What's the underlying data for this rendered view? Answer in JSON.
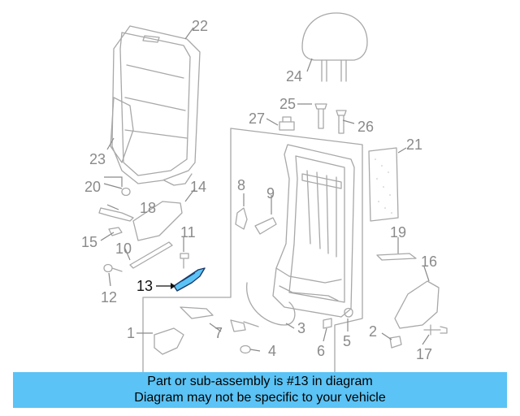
{
  "callouts": {
    "c1": "1",
    "c2": "2",
    "c3": "3",
    "c4": "4",
    "c5": "5",
    "c6": "6",
    "c7": "7",
    "c8": "8",
    "c9": "9",
    "c10": "10",
    "c11": "11",
    "c12": "12",
    "c13": "13",
    "c14": "14",
    "c15": "15",
    "c16": "16",
    "c17": "17",
    "c18": "18",
    "c19": "19",
    "c20": "20",
    "c21": "21",
    "c22": "22",
    "c23": "23",
    "c24": "24",
    "c25": "25",
    "c26": "26",
    "c27": "27"
  },
  "highlight": {
    "part_number": "13",
    "color": "#5bc3f5"
  },
  "banner": {
    "line1": "Part or sub-assembly is #13 in diagram",
    "line2": "Diagram may not be specific to your vehicle",
    "background": "#5bc3f5"
  }
}
